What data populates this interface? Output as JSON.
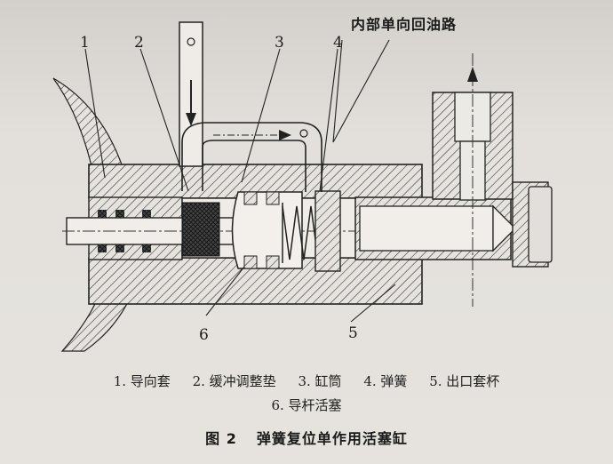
{
  "diagram": {
    "top_label": "内部单向回油路",
    "part_numbers": [
      "1",
      "2",
      "3",
      "4",
      "5",
      "6"
    ],
    "legend": [
      "1. 导向套",
      "2. 缓冲调整垫",
      "3. 缸筒",
      "4. 弹簧",
      "5. 出口套杯",
      "6. 导杆活塞"
    ],
    "figure_number": "图 2",
    "figure_title": "弹簧复位单作用活塞缸"
  }
}
